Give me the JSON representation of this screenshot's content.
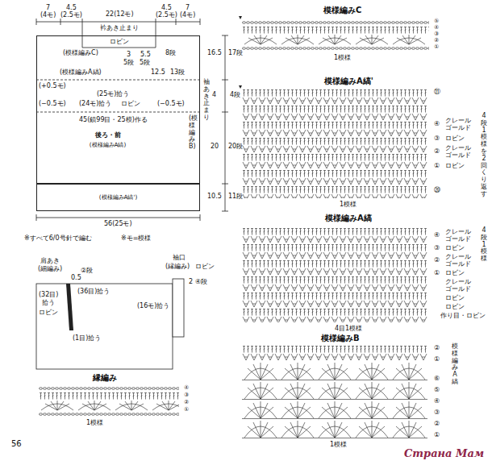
{
  "diagram": {
    "nodes": [
      {
        "text": [
          "後ろ・前",
          "(模様編みA縞)"
        ]
      },
      {
        "text": [
          "(模様編みA縞')"
        ]
      }
    ],
    "labels": [
      "7",
      "(4モ)",
      "4.5",
      "(2.5モ)",
      "22(12モ)",
      "4.5",
      "(2.5モ)",
      "7",
      "(4モ)",
      "衿あき止まり",
      "ロビン",
      "(模様編みC)",
      "3",
      "5段",
      "5.5",
      "5段",
      "8段",
      "(模様編みA縞)",
      "12.5",
      "13段",
      "(+0.5モ)",
      "(25モ)拾う",
      "(−0.5モ)",
      "(24モ)拾う",
      "ロビン",
      "(−0.5モ)",
      "45(鎖99目・25模)作る",
      "(模様編みB)",
      "袖あき止まり",
      "16.5",
      "17段",
      "4",
      "4段",
      "20",
      "20段",
      "10.5",
      "11段",
      "56(25モ)",
      "※すべて6/0号針で編む",
      "※モ=模様",
      "肩あき",
      "(細編み)",
      "0.5",
      "②段",
      "(32目)",
      "拾う",
      "ロビン",
      "(36目)拾う",
      "(1目)拾う",
      "(16モ)拾う",
      "袖口",
      "(縁編み)",
      "ロビン",
      "2",
      "④段",
      "縁編み",
      "④",
      "③",
      "②",
      "①",
      "1模様",
      "56",
      "模様編みC",
      "⑤",
      "④",
      "③",
      "②",
      "①",
      "1模様",
      "模様編みA縞'",
      "⑪",
      "④",
      "クレール ゴールド",
      "③",
      "ロビン",
      "②",
      "クレール ゴールド",
      "①",
      "ロビン",
      "⑳",
      "4段1模様を2回くり返す",
      "1模様",
      "模様編みA縞",
      "④",
      "クレール ゴールド",
      "③",
      "ロビン",
      "②",
      "クレール ゴールド",
      "①",
      "ロビン",
      "クレール ゴールド",
      "ロビン",
      "ロビン",
      "作り目・ロビン",
      "4段1模様",
      "4目1模様",
      "模様編みB",
      "②",
      "①",
      "⑥",
      "⑤",
      "④",
      "③",
      "②",
      "①",
      "模様編みA縞",
      "1模様",
      "Страна Мам"
    ]
  }
}
